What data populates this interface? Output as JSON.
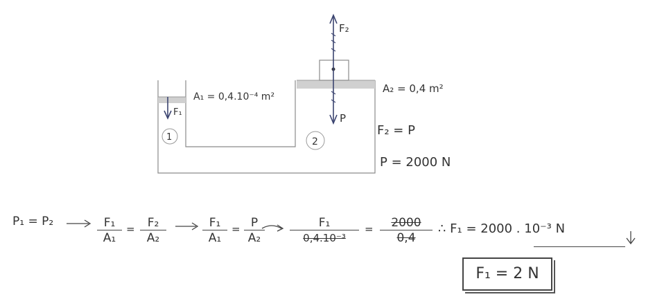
{
  "diagram": {
    "labels": {
      "force_top": "F₂",
      "force_left": "F₁",
      "weight": "P",
      "area_left": "A₁ = 0,4.10⁻⁴ m²",
      "area_right": "A₂ = 0,4 m²",
      "piston_left_num": "1",
      "piston_right_num": "2",
      "given_f2": "F₂ = P",
      "given_p": "P = 2000 N"
    }
  },
  "solution": {
    "step1": "P₁ = P₂",
    "frac1_num": "F₁",
    "frac1_den": "A₁",
    "frac2_num": "F₂",
    "frac2_den": "A₂",
    "frac3_num": "F₁",
    "frac3_den": "A₁",
    "frac4_num": "P",
    "frac4_den": "A₂",
    "frac5_num": "F₁",
    "frac5_den": "0,4.10⁻³",
    "frac6_num": "2000",
    "frac6_den": "0,4",
    "conclusion": "∴ F₁ = 2000 . 10⁻³ N",
    "result": "F₁ = 2 N"
  },
  "colors": {
    "ink": "#333333",
    "arrow": "#3b4470",
    "fluid_shade": "#d0d0d0"
  }
}
